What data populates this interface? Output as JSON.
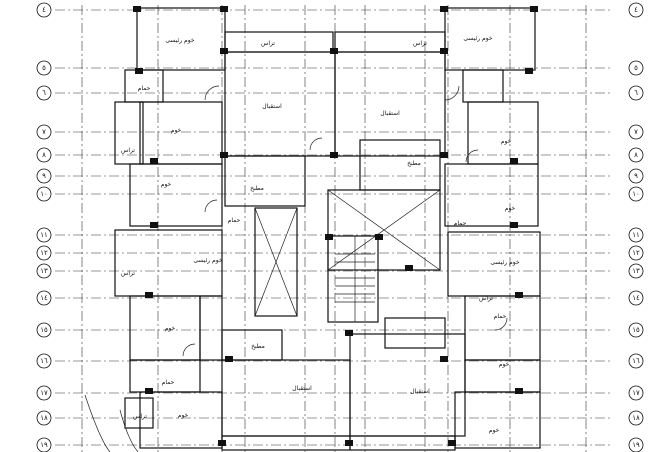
{
  "rooms": [
    {
      "id": "bed-master-nw",
      "label": "خوم رئیسی"
    },
    {
      "id": "terrace-nw",
      "label": "تراس"
    },
    {
      "id": "terrace-ne",
      "label": "تراس"
    },
    {
      "id": "bed-master-ne",
      "label": "خوم رئیسی"
    },
    {
      "id": "bath-nw",
      "label": "حمام"
    },
    {
      "id": "bed-nw",
      "label": "خوم"
    },
    {
      "id": "terrace-w",
      "label": "تراس"
    },
    {
      "id": "living-n-left",
      "label": "استقبال"
    },
    {
      "id": "living-n-right",
      "label": "استقبال"
    },
    {
      "id": "bed-ne",
      "label": "خوم"
    },
    {
      "id": "kitchen-n-left",
      "label": "مطبخ"
    },
    {
      "id": "kitchen-n-right",
      "label": "مطبخ"
    },
    {
      "id": "bed-w",
      "label": "خوم"
    },
    {
      "id": "bed-e",
      "label": "خوم"
    },
    {
      "id": "bath-w",
      "label": "حمام"
    },
    {
      "id": "bath-e",
      "label": "حمام"
    },
    {
      "id": "bed-master-w",
      "label": "خوم رئیسی"
    },
    {
      "id": "terrace-sw",
      "label": "تراس"
    },
    {
      "id": "bed-master-e",
      "label": "خوم رئیسی"
    },
    {
      "id": "terrace-se",
      "label": "تراس"
    },
    {
      "id": "bed-sw",
      "label": "خوم"
    },
    {
      "id": "bath-sw",
      "label": "حمام"
    },
    {
      "id": "kitchen-s-left",
      "label": "مطبخ"
    },
    {
      "id": "bath-se",
      "label": "حمام"
    },
    {
      "id": "bed-se",
      "label": "خوم"
    },
    {
      "id": "living-s-left",
      "label": "استقبال"
    },
    {
      "id": "living-s-right",
      "label": "استقبال"
    },
    {
      "id": "terrace-s",
      "label": "تراس"
    },
    {
      "id": "bed-s-w",
      "label": "خوم"
    },
    {
      "id": "bed-s-e",
      "label": "خوم"
    }
  ],
  "axes": {
    "left": [
      "٤",
      "٥",
      "٦",
      "٧",
      "٨",
      "٩",
      "١٠",
      "١١",
      "١٢",
      "١٣",
      "١٤",
      "١٥",
      "١٦",
      "١٧",
      "١٨",
      "١٩"
    ],
    "right": [
      "٤",
      "٥",
      "٦",
      "٧",
      "٨",
      "٩",
      "١٠",
      "١١",
      "١٢",
      "١٣",
      "١٤",
      "١٥",
      "١٦",
      "١٧",
      "١٨",
      "١٩"
    ]
  }
}
